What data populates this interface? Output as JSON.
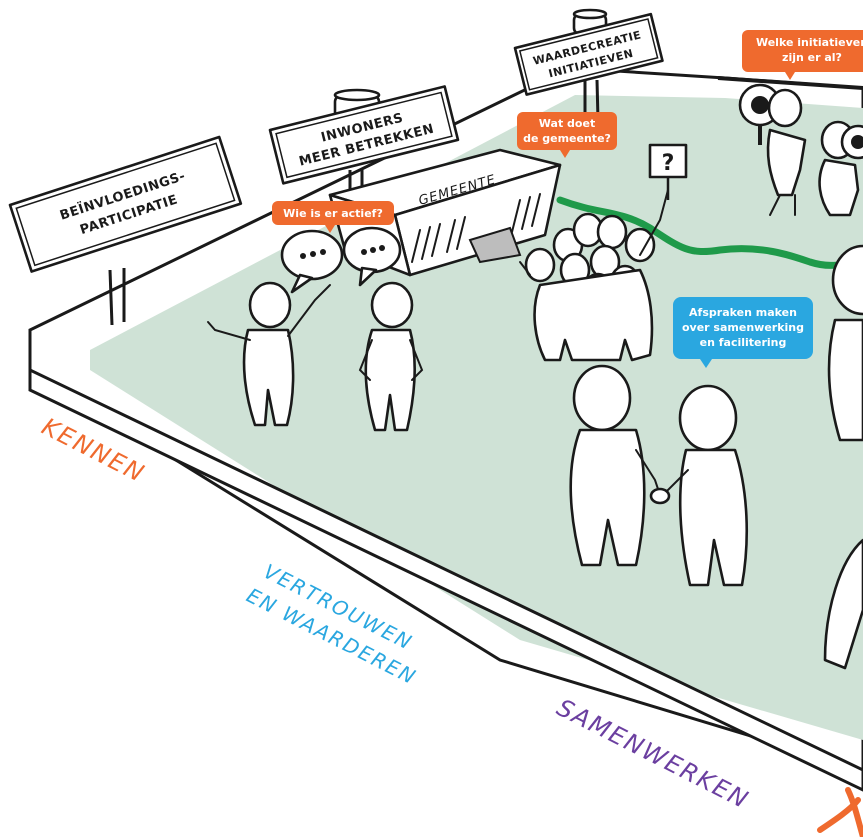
{
  "signs": {
    "beinvloeding": [
      "BEÏNVLOEDINGS-",
      "PARTICIPATIE"
    ],
    "inwoners": [
      "INWONERS",
      "MEER BETREKKEN"
    ],
    "waardecreatie": [
      "WAARDECREATIE",
      "INITIATIEVEN"
    ]
  },
  "building_label": "GEMEENTE",
  "question_mark": "?",
  "bubbles": {
    "wie_actief": "Wie is er actief?",
    "wat_doet": [
      "Wat doet",
      "de gemeente?"
    ],
    "welke_initiatieven": [
      "Welke initiatieven",
      "zijn er al?"
    ],
    "afspraken": [
      "Afspraken maken",
      "over samenwerking",
      "en facilitering"
    ]
  },
  "axis_labels": {
    "kennen": "KENNEN",
    "vertrouwen": [
      "VERTROUWEN",
      "EN WAARDEREN"
    ],
    "samenwerken": "SAMENWERKEN"
  },
  "colors": {
    "orange": "#ef6a2e",
    "blue": "#2aa7e0",
    "purple": "#6b3fa0",
    "board_fill": "#cfe2d6",
    "green_path": "#1f9a4a",
    "ink": "#1a1a1a"
  }
}
